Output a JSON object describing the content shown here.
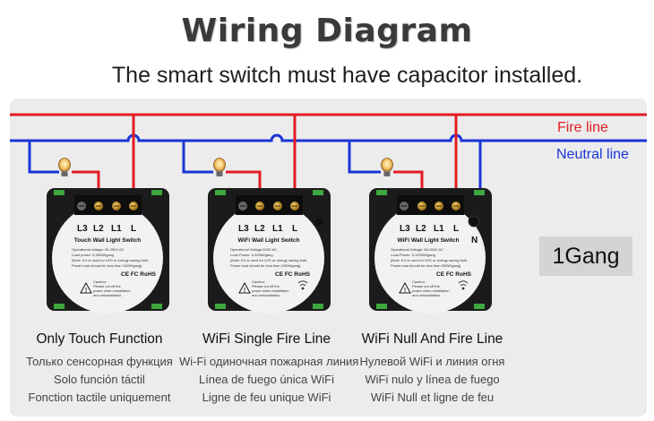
{
  "header": {
    "title": "Wiring Diagram",
    "subtitle": "The smart switch must have capacitor installed."
  },
  "wires": {
    "fire_label": "Fire line",
    "neutral_label": "Neutral line",
    "fire_color": "#e31c23",
    "neutral_color": "#1a35d6"
  },
  "badge": {
    "label": "1Gang"
  },
  "switches": [
    {
      "terminals": [
        "L3",
        "L2",
        "L1",
        "L"
      ],
      "extra_terminal": "",
      "name": "Touch Wall Light Switch",
      "specs": [
        "Operational voltage: 90-250V AC",
        "Load power: 5-300W/gang",
        "(Note: If it is used for LED or energy saving bulb,",
        "Power load should be less than 100W/gang)"
      ],
      "marks": "CE FC RoHS",
      "caution": [
        "Caution:",
        "Please cut off the",
        "power when installation",
        "and uninstallation."
      ],
      "wifi": false
    },
    {
      "terminals": [
        "L3",
        "L2",
        "L1",
        "L"
      ],
      "extra_terminal": "",
      "name": "WiFi Wall Light Switch",
      "specs": [
        "Operational Voltage:220V AC",
        "Load Power: 5-300W/gang",
        "(Note: If it is used for LED or energy saving bulb,",
        "Power load should be less than 100W/gang)"
      ],
      "marks": "CE FC RoHS",
      "caution": [
        "Caution:",
        "Please cut off the",
        "power when installation",
        "and uninstallation."
      ],
      "wifi": true
    },
    {
      "terminals": [
        "L3",
        "L2",
        "L1",
        "L"
      ],
      "extra_terminal": "N",
      "name": "WiFi Wall Light Switch",
      "specs": [
        "Operational Voltage: 80-260V AC",
        "Load Power: 5-1000W/gang",
        "(Note: If it is used for LED or energy saving bulb,",
        "Power load should be less than 300W/gang)"
      ],
      "marks": "CE FC RoHS",
      "caution": [
        "Caution:",
        "Please cut off the",
        "power when installation",
        "and uninstallation."
      ],
      "wifi": true
    }
  ],
  "captions": [
    {
      "title": "Only Touch Function",
      "lines": [
        "Только сенсорная функция",
        "Solo función táctil",
        "Fonction tactile uniquement"
      ]
    },
    {
      "title": "WiFi Single Fire Line",
      "lines": [
        "Wi-Fi одиночная пожарная линия",
        "Línea de fuego única WiFi",
        "Ligne de feu unique WiFi"
      ]
    },
    {
      "title": "WiFi Null And Fire Line",
      "lines": [
        "Нулевой WiFi и линия огня",
        "WiFi nulo y línea de fuego",
        "WiFi Null et ligne de feu"
      ]
    }
  ]
}
